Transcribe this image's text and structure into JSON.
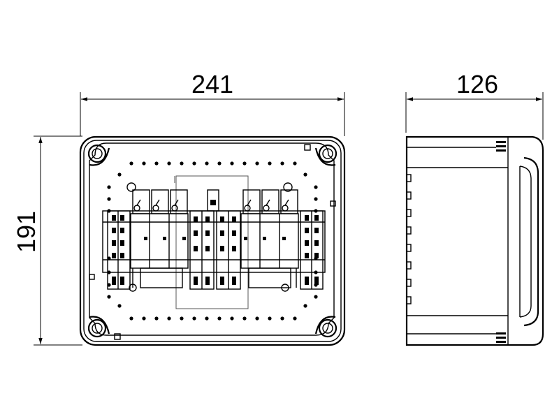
{
  "dimensions": {
    "front_width": "241",
    "front_height": "191",
    "side_depth": "126"
  }
}
